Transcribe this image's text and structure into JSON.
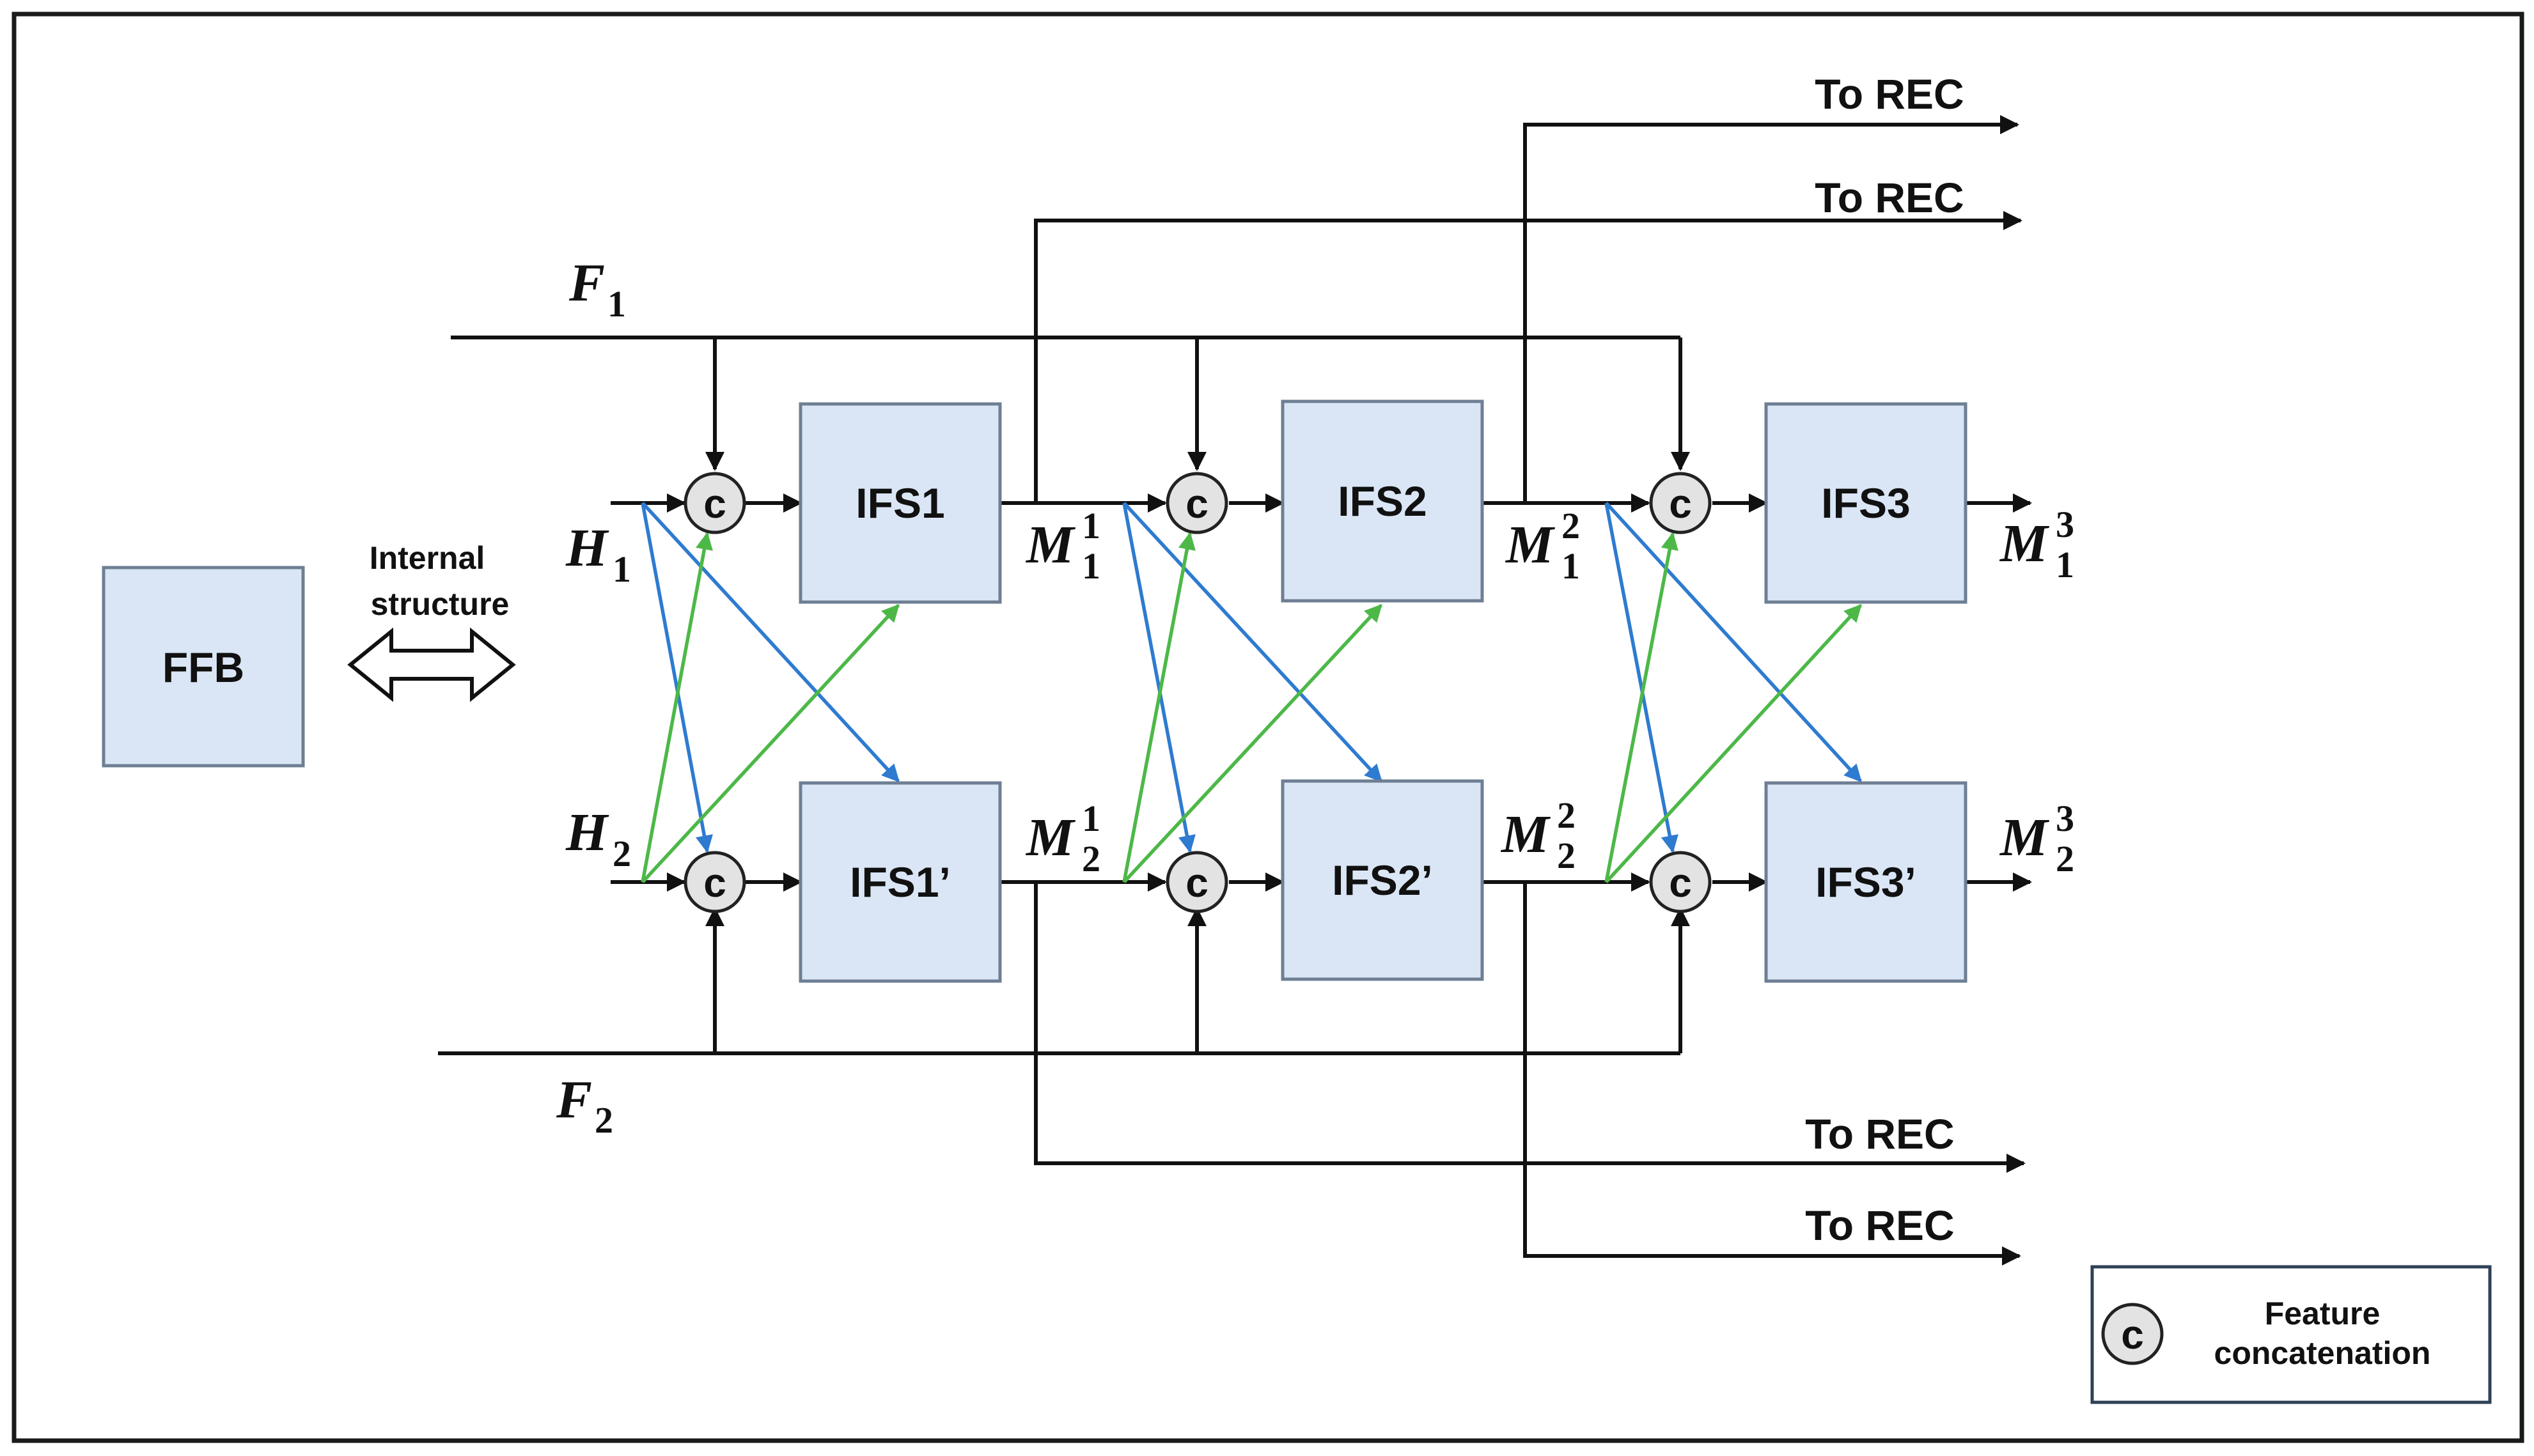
{
  "blocks": {
    "ffb": "FFB",
    "ifs1": "IFS1",
    "ifs2": "IFS2",
    "ifs3": "IFS3",
    "ifs1p": "IFS1’",
    "ifs2p": "IFS2’",
    "ifs3p": "IFS3’"
  },
  "concat_letter": "c",
  "outputs": {
    "to_rec_1": "To REC",
    "to_rec_2": "To REC",
    "to_rec_3": "To REC",
    "to_rec_4": "To REC"
  },
  "internal_structure": {
    "line1": "Internal",
    "line2": "structure"
  },
  "variables": {
    "F1": {
      "base": "F",
      "sub": "1"
    },
    "F2": {
      "base": "F",
      "sub": "2"
    },
    "H1": {
      "base": "H",
      "sub": "1"
    },
    "H2": {
      "base": "H",
      "sub": "2"
    },
    "M11": {
      "base": "M",
      "sub": "1",
      "sup": "1"
    },
    "M21": {
      "base": "M",
      "sub": "2",
      "sup": "1"
    },
    "M12": {
      "base": "M",
      "sub": "1",
      "sup": "2"
    },
    "M22": {
      "base": "M",
      "sub": "2",
      "sup": "2"
    },
    "M13": {
      "base": "M",
      "sub": "1",
      "sup": "3"
    },
    "M23": {
      "base": "M",
      "sub": "2",
      "sup": "3"
    }
  },
  "legend": {
    "symbol": "c",
    "line1": "Feature",
    "line2": "concatenation"
  },
  "colors": {
    "block_fill": "#dae6f5",
    "cross_blue": "#2e7bd0",
    "cross_green": "#4db848",
    "concat_fill": "#e3e3e3"
  }
}
